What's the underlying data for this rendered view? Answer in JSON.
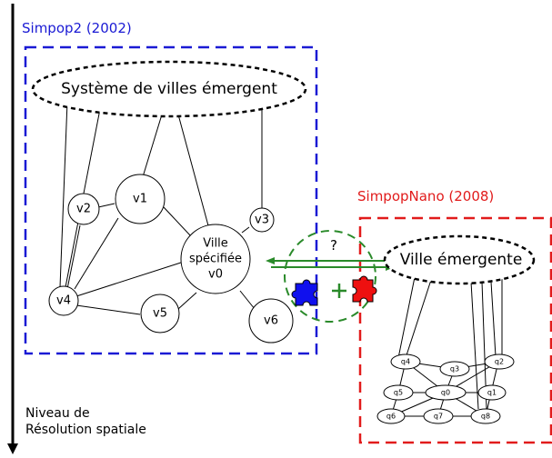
{
  "simpop2": {
    "title": "Simpop2 (2002)",
    "system_label": "Système de villes émergent",
    "specified_city_line1": "Ville",
    "specified_city_line2": "spécifiée",
    "specified_city_line3": "v0",
    "nodes": {
      "v1": "v1",
      "v2": "v2",
      "v3": "v3",
      "v4": "v4",
      "v5": "v5",
      "v6": "v6"
    }
  },
  "simpopnano": {
    "title": "SimpopNano (2008)",
    "emergent_city_label": "Ville émergente",
    "nodes": {
      "q0": "q0",
      "q1": "q1",
      "q2": "q2",
      "q3": "q3",
      "q4": "q4",
      "q5": "q5",
      "q6": "q6",
      "q7": "q7",
      "q8": "q8"
    }
  },
  "coupling": {
    "question": "?",
    "plus": "+"
  },
  "axis": {
    "label_line1": "Niveau de",
    "label_line2": "Résolution spatiale"
  },
  "colors": {
    "blue": "#1a1ad4",
    "red": "#e11b1b",
    "green": "#2a8a2a",
    "puzzle_blue": "#1010ee",
    "puzzle_red": "#ee1010"
  }
}
